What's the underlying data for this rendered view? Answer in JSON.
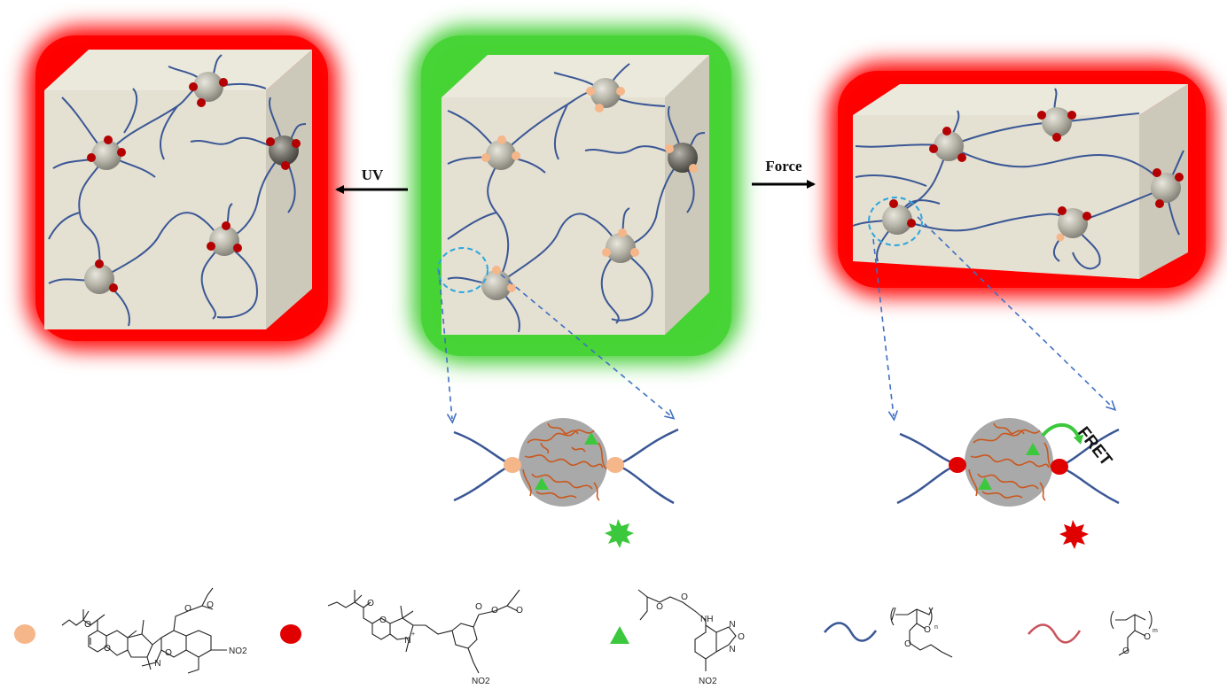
{
  "arrows": {
    "left_label": "UV",
    "right_label": "Force"
  },
  "zoom": {
    "energy_transfer_label": "FRET"
  },
  "legend": {
    "structures": {
      "spiropyran_nitro": "NO2",
      "amine": "NH",
      "nbd_nitro": "NO2",
      "merocyanine_nitro": "NO2",
      "repeat_n": "n",
      "repeat_m": "m"
    }
  },
  "colors": {
    "glow_red": "#ff0000",
    "glow_green": "#3ccd2e",
    "cube_face": "#e4e0d2",
    "cube_side": "#cdc9ba",
    "chain_blue": "#3a5795",
    "chain_orange": "#c9581e",
    "merocyanine_red": "#e00000",
    "spiropyran_peach": "#f5b68a",
    "nbd_green": "#3cc83c",
    "particle_grey": "#a9a9a9",
    "dash_cyan": "#29a6de",
    "dash_blue": "#3f6fc4"
  },
  "icons": [
    "uv-arrow-icon",
    "force-arrow-icon",
    "green-emission-burst-icon",
    "red-emission-burst-icon",
    "fret-arrow-icon"
  ]
}
